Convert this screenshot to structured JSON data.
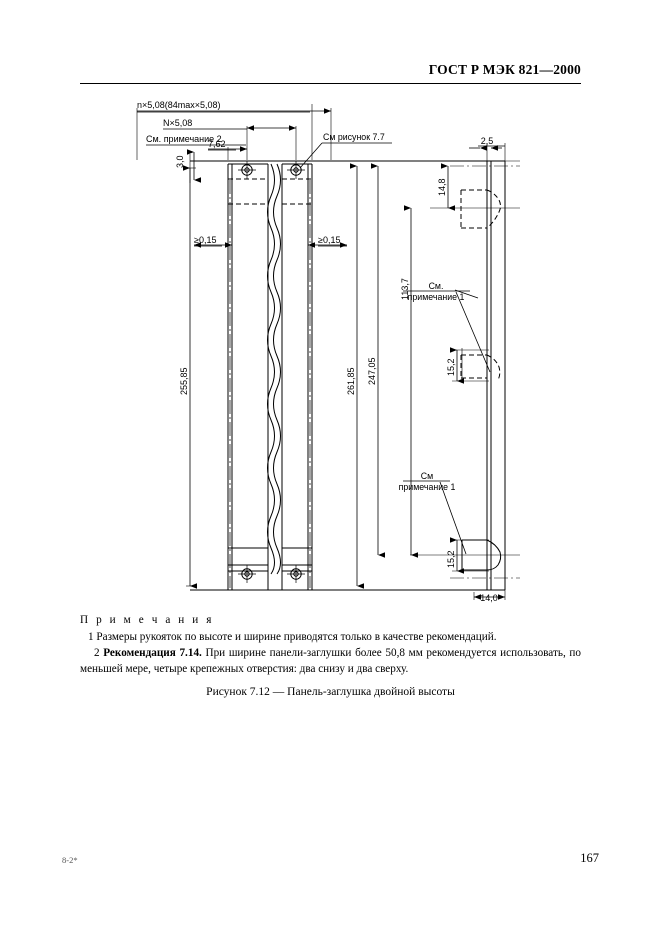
{
  "header": {
    "standard_title": "ГОСТ Р МЭК 821—2000"
  },
  "figure": {
    "caption": "Рисунок 7.12 — Панель-заглушка двойной высоты",
    "dimensions": {
      "pitch_total": "n×5,08(84max×5,08)",
      "pitch_n": "N×5,08",
      "see_note_2": "См. примечание 2",
      "offset_7_62": "7,62",
      "thickness_3_0": "3,0",
      "clearance_left": "≥0,15",
      "clearance_right": "≥0,15",
      "height_255_85": "255,85",
      "height_261_85": "261,85",
      "height_247_05": "247,05",
      "height_113_7": "113,7",
      "depth_2_5": "2,5",
      "top_14_8": "14,8",
      "handle_upper_15_2": "15,2",
      "handle_lower_15_2": "15,2",
      "depth_14_0": "14,0"
    },
    "callouts": {
      "see_figure_7_7": "См  рисунок 7.7",
      "see_note_1_upper_l1": "См.",
      "see_note_1_upper_l2": "примечание 1",
      "see_note_1_lower_l1": "См",
      "see_note_1_lower_l2": "примечание 1"
    }
  },
  "notes": {
    "heading": "П р и м е ч а н и я",
    "note_1": "1 Размеры рукояток по высоте и ширине приводятся только в качестве рекомендаций.",
    "note_2_index": "2",
    "note_2_bold": "Рекомендация 7.14.",
    "note_2_rest": "При ширине панели-заглушки более 50,8 мм рекомендуется использовать, по меньшей мере, четыре крепежных отверстия: два снизу и два сверху."
  },
  "footer": {
    "signature": "8-2*",
    "page_number": "167"
  }
}
